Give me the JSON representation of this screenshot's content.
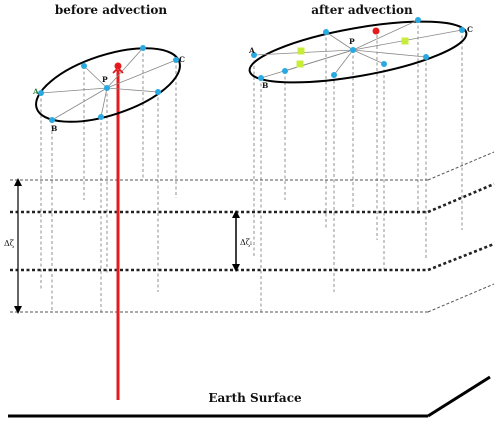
{
  "titles": {
    "before": "before advection",
    "after": "after advection"
  },
  "labels": {
    "point_a": "A",
    "point_b": "B",
    "point_c": "C",
    "point_p": "P",
    "delta_zeta": "Δζ",
    "delta_zeta_l": "Δζₗ",
    "earth_surface": "Earth Surface"
  },
  "colors": {
    "grid_point": "#29a9e1",
    "trajectory": "#e41a1c",
    "departure_marker": "#c8ec3c",
    "label_a": "#2e7d32"
  }
}
